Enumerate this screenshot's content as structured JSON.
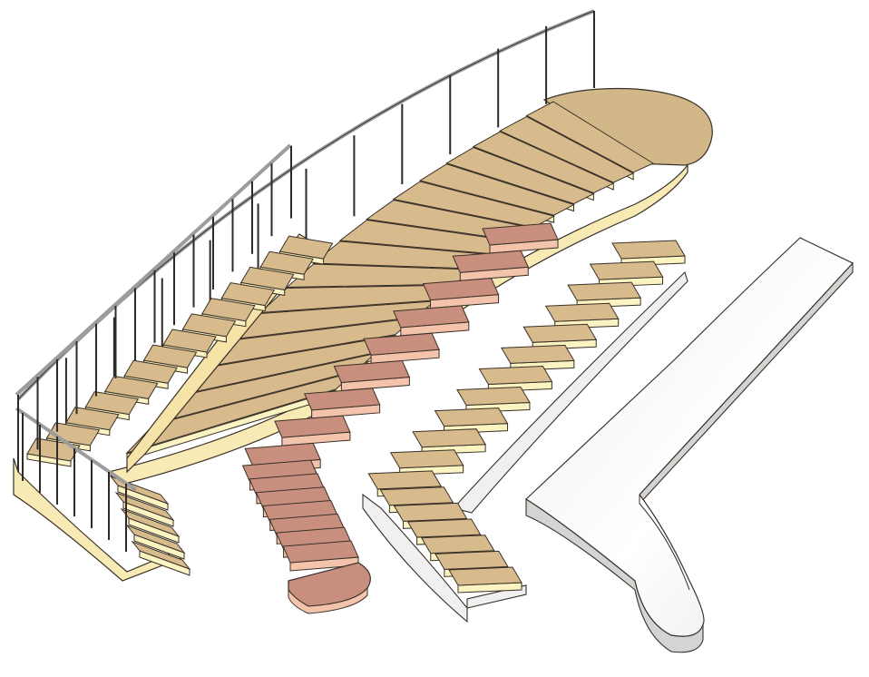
{
  "scene": {
    "background": "#ffffff",
    "outline": "#3a3128",
    "colors": {
      "tread_wood": "#d7bb8c",
      "riser_cream": "#fbf4c2",
      "stringer_cream": "#f7eab4",
      "landing_wood": "#d2b889",
      "tread_copper": "#c98f7e",
      "riser_pink": "#f3c3ac",
      "concrete_top": "#f2f2f2",
      "concrete_side": "#d4d4d4",
      "railing_metal": "#9c9c9c",
      "baluster_dark": "#2e2a26"
    },
    "objects": [
      {
        "name": "curved-stair-with-landing",
        "steps": 16
      },
      {
        "name": "l-shaped-stair-with-railing",
        "steps": 14
      },
      {
        "name": "winder-stair-with-round-landing",
        "steps": 16
      },
      {
        "name": "stair-on-curved-monolithic-stringer",
        "steps": 18
      },
      {
        "name": "boomerang-concrete-slab",
        "steps": 0
      }
    ]
  }
}
